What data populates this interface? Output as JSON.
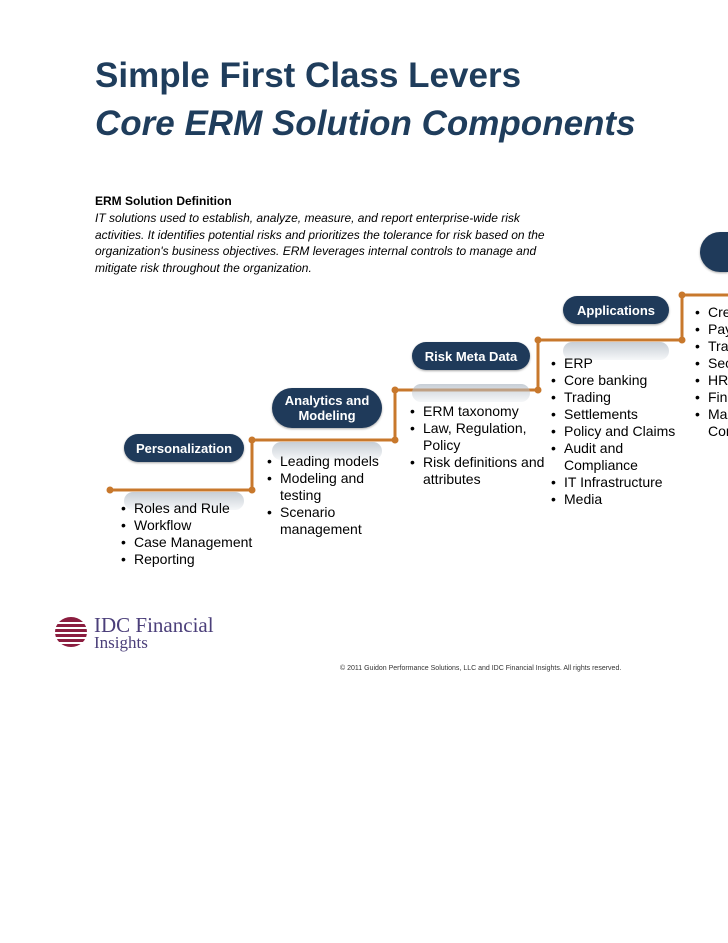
{
  "title": {
    "line1": "Simple First Class Levers",
    "line2": "Core ERM Solution Components"
  },
  "definition": {
    "heading": "ERM Solution Definition",
    "body": "IT solutions used to establish, analyze, measure, and report enterprise-wide risk activities. It identifies potential risks and prioritizes the tolerance for risk based on the organization's business objectives. ERM leverages internal controls to manage and mitigate risk throughout the organization."
  },
  "steps": [
    {
      "label": "Personalization",
      "bullets": [
        "Roles and Rule",
        "Workflow",
        "Case Management",
        "Reporting"
      ]
    },
    {
      "label": "Analytics and Modeling",
      "bullets": [
        "Leading models",
        "Modeling and testing",
        "Scenario management"
      ]
    },
    {
      "label": "Risk Meta Data",
      "bullets": [
        "ERM taxonomy",
        "Law, Regulation, Policy",
        "Risk definitions and attributes"
      ]
    },
    {
      "label": "Applications",
      "bullets": [
        "ERP",
        "Core banking",
        "Trading",
        "Settlements",
        "Policy and Claims",
        "Audit and Compliance",
        "IT Infrastructure",
        "Media"
      ]
    },
    {
      "label": "",
      "bullets": [
        "Cre",
        "Pay",
        "Tra",
        "Sec",
        "HR",
        "Fin",
        "Ma Cor"
      ]
    }
  ],
  "logo": {
    "line1": "IDC Financial",
    "line2": "Insights"
  },
  "footer": {
    "copyright": "© 2011 Guidon Performance Solutions, LLC and IDC Financial Insights. All rights reserved."
  },
  "colors": {
    "title": "#1f3d5c",
    "pill": "#1f3a5a",
    "stair_line": "#c8782c"
  }
}
